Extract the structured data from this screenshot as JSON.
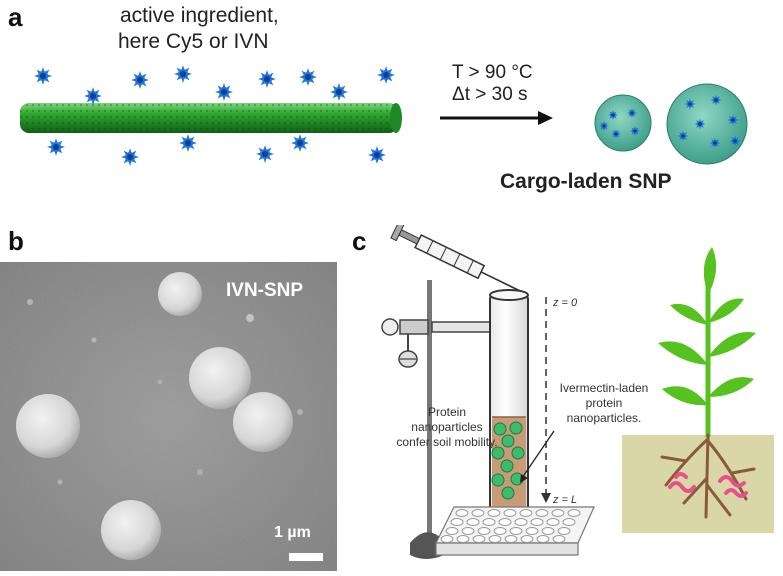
{
  "panels": {
    "a": {
      "letter": "a",
      "ingredient_line1": "active ingredient,",
      "ingredient_line2": "here Cy5 or IVN",
      "condition_temp": "T > 90 °C",
      "condition_time": "Δt > 30 s",
      "product_label": "Cargo-laden SNP"
    },
    "b": {
      "letter": "b",
      "image_label": "IVN-SNP",
      "scale_bar": "1 µm"
    },
    "c": {
      "letter": "c",
      "z_top": "z = 0",
      "z_bottom": "z = L",
      "label_protein_line1": "Protein",
      "label_protein_line2": "nanoparticles",
      "label_protein_line3": "confer soil mobility.",
      "label_ivermectin_line1": "Ivermectin-laden",
      "label_ivermectin_line2": "protein",
      "label_ivermectin_line3": "nanoparticles."
    }
  },
  "colors": {
    "rod": "#2e9e2e",
    "molecule": "#1a63c8",
    "sem_background": "#8d8d8d",
    "particle": "#dcdcdc",
    "leaf": "#55c21f",
    "soil": "#d9d6a8",
    "root": "#8b5a3c",
    "worm": "#e8508a",
    "column_fill": "#c89a78",
    "bead": "#3dbd6b"
  }
}
